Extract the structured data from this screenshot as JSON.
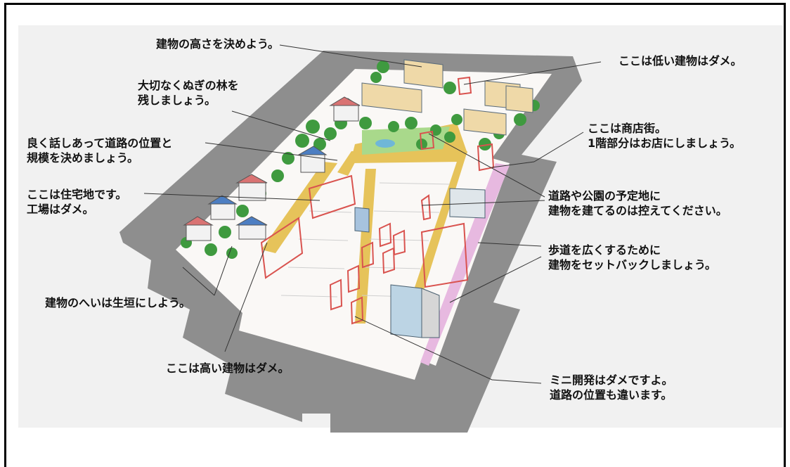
{
  "annotations": {
    "building_height": "建物の高さを決めよう。",
    "low_building_no": "ここは低い建物はダメ。",
    "keep_forest_1": "大切なくぬぎの林を",
    "keep_forest_2": "残しましょう。",
    "shopping_street_1": "ここは商店街。",
    "shopping_street_2": "1階部分はお店にしましょう。",
    "road_position_1": "良く話しあって道路の位置と",
    "road_position_2": "規模を決めましょう。",
    "residential_1": "ここは住宅地です。",
    "residential_2": "工場はダメ。",
    "planned_site_1": "道路や公園の予定地に",
    "planned_site_2": "建物を建てるのは控えてください。",
    "setback_1": "歩道を広くするために",
    "setback_2": "建物をセットバックしましょう。",
    "hedge_fence": "建物のへいは生垣にしよう。",
    "high_building_no": "ここは高い建物はダメ。",
    "mini_dev_1": "ミニ開発はダメですよ。",
    "mini_dev_2": "道路の位置も違います。"
  },
  "colors": {
    "road": "#8e8e8e",
    "block": "#faf8f6",
    "planned": "#e6c35a",
    "tree": "#3f9a3f",
    "plan_outline": "#d9534f",
    "sidewalk": "#e7b9e0"
  }
}
